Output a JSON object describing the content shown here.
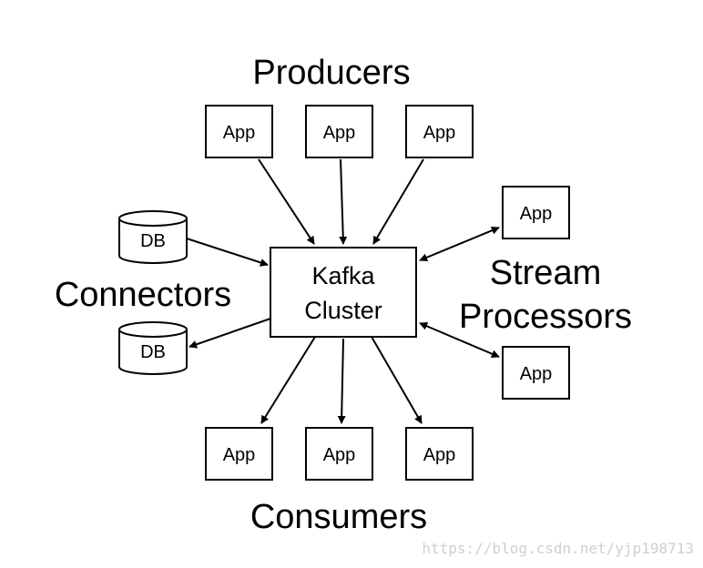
{
  "groups": {
    "producers": "Producers",
    "consumers": "Consumers",
    "connectors": "Connectors",
    "stream_processors_line1": "Stream",
    "stream_processors_line2": "Processors"
  },
  "cluster": {
    "line1": "Kafka",
    "line2": "Cluster"
  },
  "nodes": {
    "producer_app_1": "App",
    "producer_app_2": "App",
    "producer_app_3": "App",
    "stream_app_1": "App",
    "stream_app_2": "App",
    "consumer_app_1": "App",
    "consumer_app_2": "App",
    "consumer_app_3": "App",
    "db_1": "DB",
    "db_2": "DB"
  },
  "watermark": "https://blog.csdn.net/yjp198713",
  "colors": {
    "stroke": "#000000",
    "background": "#ffffff",
    "watermark": "#cfcfcf"
  }
}
